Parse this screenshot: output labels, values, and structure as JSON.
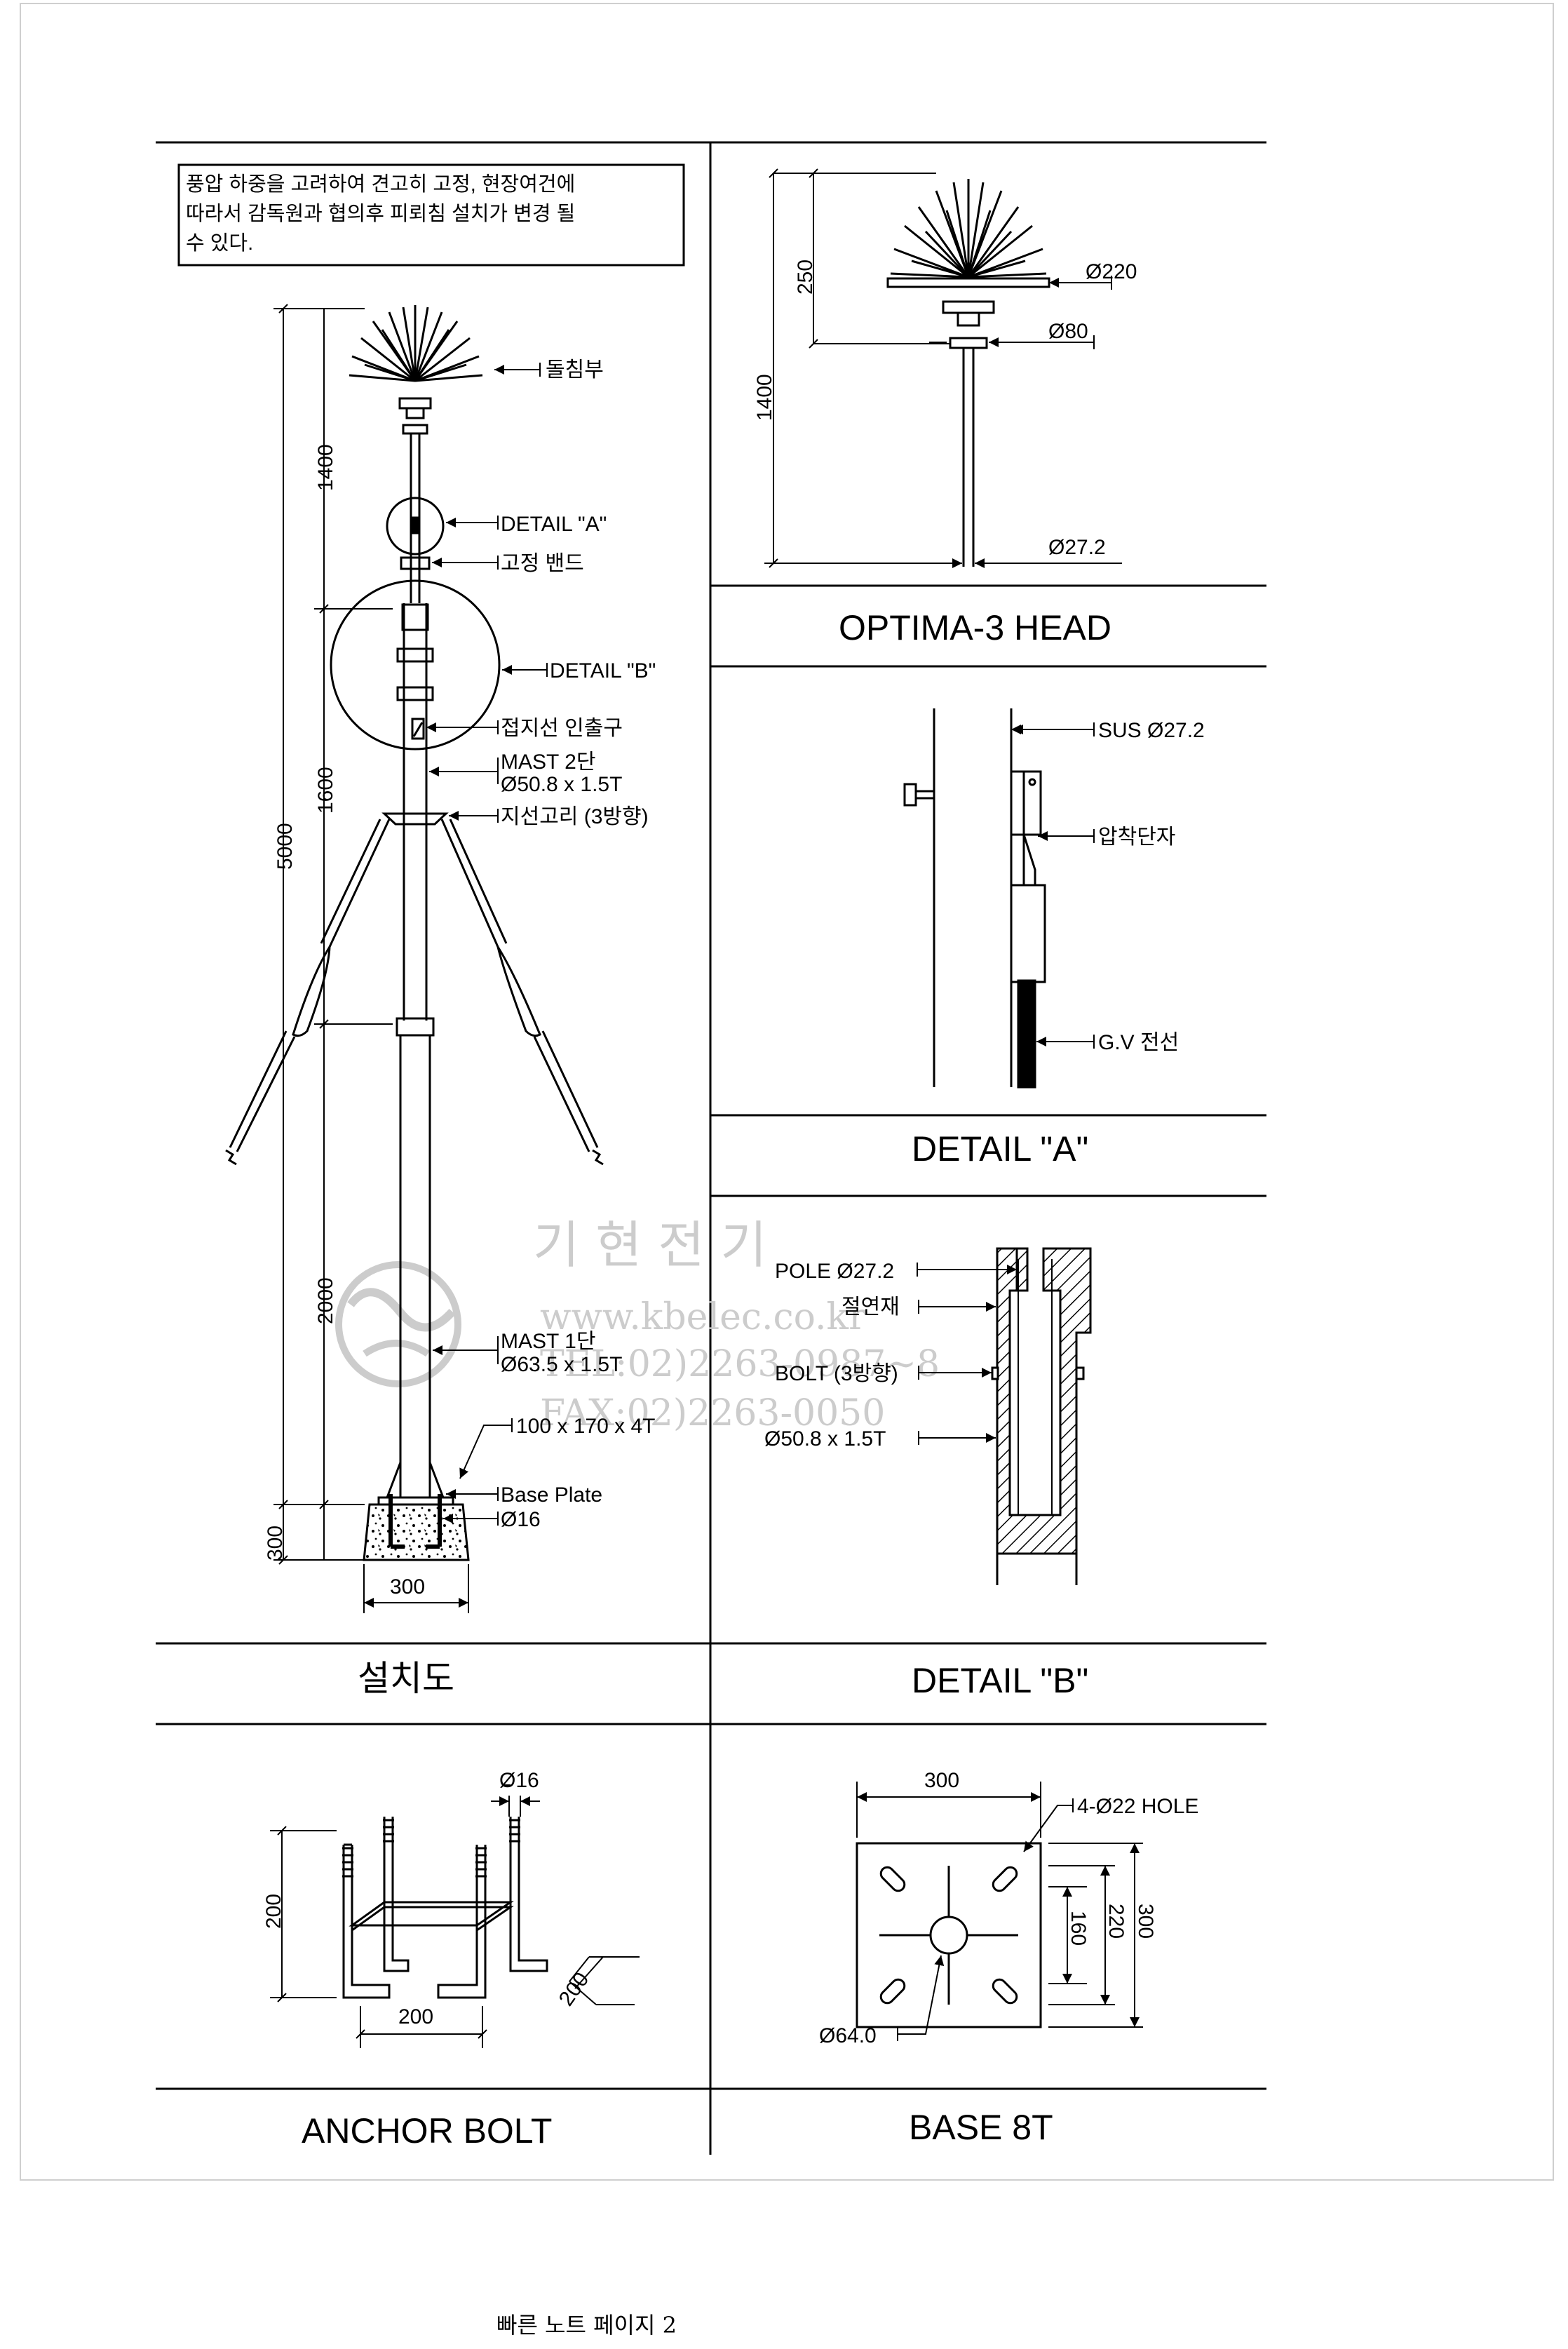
{
  "note": {
    "lines": [
      "풍압 하중을 고려하여 견고히 고정, 현장여건에",
      "따라서 감독원과 협의후 피뢰침 설치가 변경 될",
      "수 있다."
    ]
  },
  "install": {
    "title": "설치도",
    "labels": {
      "head": "돌침부",
      "detail_a": "DETAIL \"A\"",
      "band": "고정 밴드",
      "detail_b": "DETAIL \"B\"",
      "ground_outlet": "접지선 인출구",
      "mast2_a": "MAST 2단",
      "mast2_b": "Ø50.8 x 1.5T",
      "guy_ring": "지선고리 (3방향)",
      "mast1_a": "MAST 1단",
      "mast1_b": "Ø63.5 x 1.5T",
      "rib": "100 x 170 x 4T",
      "base_plate": "Base Plate",
      "bolt_dia": "Ø16"
    },
    "dims": {
      "total": "5000",
      "d1400": "1400",
      "d1600": "1600",
      "d2000": "2000",
      "d300": "300",
      "width300": "300"
    }
  },
  "optima": {
    "title": "OPTIMA-3 HEAD",
    "dims": {
      "d250": "250",
      "d1400": "1400",
      "dia220": "Ø220",
      "dia80": "Ø80",
      "dia272": "Ø27.2"
    }
  },
  "detail_a": {
    "title": "DETAIL \"A\"",
    "labels": {
      "sus": "SUS Ø27.2",
      "terminal": "압착단자",
      "wire": "G.V 전선"
    }
  },
  "detail_b": {
    "title": "DETAIL \"B\"",
    "labels": {
      "pole": "POLE Ø27.2",
      "insulator": "절연재",
      "bolt": "BOLT (3방향)",
      "pipe": "Ø50.8 x 1.5T"
    }
  },
  "anchor": {
    "title": "ANCHOR BOLT",
    "dims": {
      "dia": "Ø16",
      "h200": "200",
      "w200": "200",
      "d200": "200"
    }
  },
  "base": {
    "title": "BASE 8T",
    "dims": {
      "w300": "300",
      "hole": "4-Ø22 HOLE",
      "d160": "160",
      "d220": "220",
      "d300": "300",
      "center": "Ø64.0"
    }
  },
  "watermark": {
    "name": "기 현 전 기",
    "url": "www.kbelec.co.kr",
    "tel": "TEL:02)2263-0987~8",
    "fax": "FAX:02)2263-0050"
  },
  "footer": "빠른 노트 페이지 2"
}
